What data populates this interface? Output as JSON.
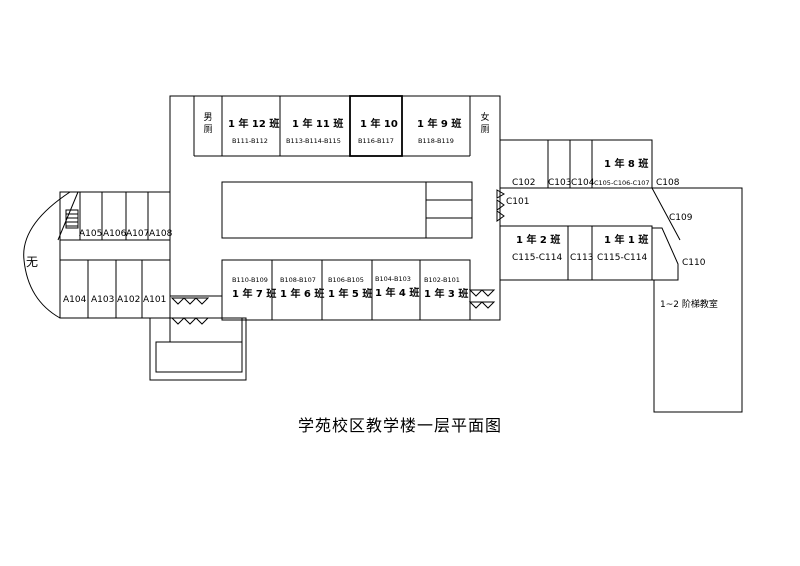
{
  "title": "学苑校区教学楼一层平面图",
  "toilets": {
    "male": "男厕",
    "female": "女厕"
  },
  "stair_west_label": "无",
  "rooms_a": [
    "A105",
    "A106",
    "A107",
    "A108",
    "A104",
    "A103",
    "A102",
    "A101"
  ],
  "classes_north": [
    {
      "name": "1 年 12 班",
      "rooms": "B111-B112"
    },
    {
      "name": "1 年 11 班",
      "rooms": "B113-B114-B115"
    },
    {
      "name": "1 年 10",
      "rooms": "B116-B117"
    },
    {
      "name": "1 年 9 班",
      "rooms": "B118-B119"
    }
  ],
  "classes_south": [
    {
      "name": "1 年 7 班",
      "rooms": "B110-B109"
    },
    {
      "name": "1 年 6 班",
      "rooms": "B108-B107"
    },
    {
      "name": "1 年 5 班",
      "rooms": "B106-B105"
    },
    {
      "name": "1 年 4 班",
      "rooms": "B104-B103"
    },
    {
      "name": "1 年 3 班",
      "rooms": "B102-B101"
    }
  ],
  "rooms_c": {
    "c102": "C102",
    "c103": "C103",
    "c104": "C104",
    "c101": "C101",
    "c108": "C108",
    "c109": "C109",
    "c110": "C110",
    "c113": "C113"
  },
  "class_8": {
    "name": "1 年 8 班",
    "rooms": "C105-C106-C107"
  },
  "class_2": {
    "name": "1 年 2 班",
    "rooms": "C115-C114"
  },
  "class_1": {
    "name": "1 年 1 班",
    "rooms": "C115-C114"
  },
  "lecture_hall": "1~2 阶梯教室"
}
